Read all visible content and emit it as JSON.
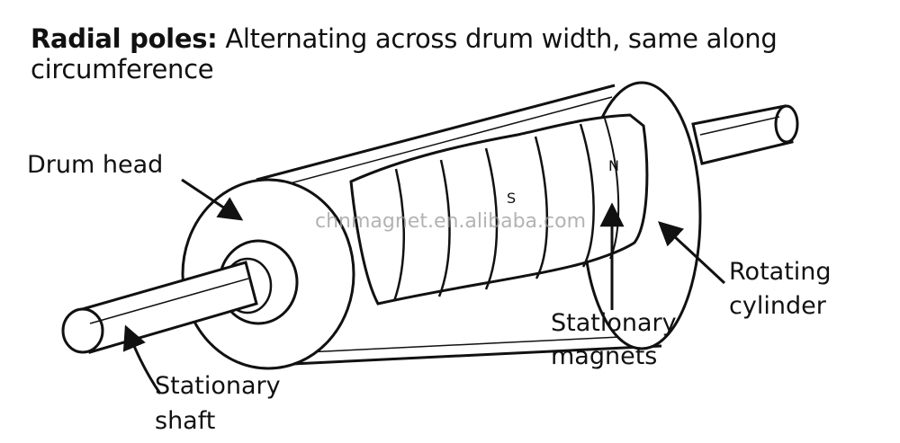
{
  "caption": {
    "bold": "Radial poles:",
    "rest": " Alternating across drum width, same along circumference"
  },
  "labels": {
    "drum_head": "Drum head",
    "rotating_line1": "Rotating",
    "rotating_line2": "cylinder",
    "magnets_line1": "Stationary",
    "magnets_line2": "magnets",
    "shaft_line1": "Stationary",
    "shaft_line2": "shaft"
  },
  "poles": {
    "south": "S",
    "north": "N"
  },
  "watermark": "chnmagnet.en.alibaba.com"
}
